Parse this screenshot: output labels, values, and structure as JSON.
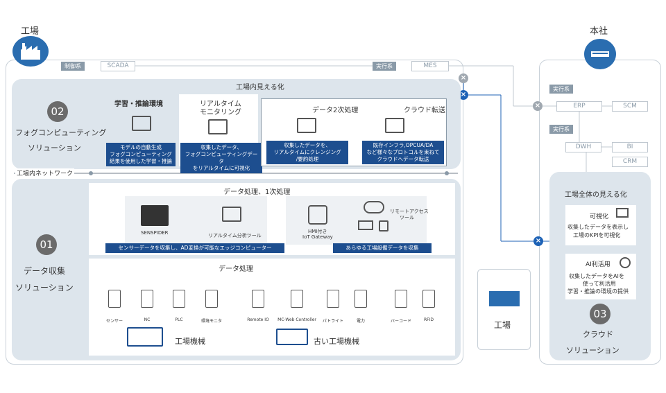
{
  "factory": {
    "title": "工場",
    "control_tag": "制御系",
    "scada": "SCADA",
    "exec_tag": "実行系",
    "mes": "MES"
  },
  "hq": {
    "title": "本社",
    "exec_tag1": "実行系",
    "erp": "ERP",
    "scm": "SCM",
    "exec_tag2": "実行系",
    "dwh": "DWH",
    "bi": "BI",
    "crm": "CRM"
  },
  "fog": {
    "num": "02",
    "title1": "フォグコンピューティング",
    "title2": "ソリューション",
    "header": "工場内見える化",
    "learn_title": "学習・推論環境",
    "learn_caption": [
      "モデルの自動生成",
      "フォグコンピューティング",
      "結果を使用した学習・推論"
    ],
    "rt_title1": "リアルタイム",
    "rt_title2": "モニタリング",
    "rt_caption": [
      "収集したデータ、",
      "フォグコンピューティングデータ",
      "をリアルタイムに可視化"
    ],
    "secondary_title": "データ2次処理",
    "secondary_caption": [
      "収集したデータを、",
      "リアルタイムにクレンジング",
      "/要約処理"
    ],
    "cloud_title": "クラウド転送",
    "cloud_caption": [
      "既存インフラ,OPCUA/DA",
      "など様々なプロトコルを束ねて",
      "クラウドへデータ転送"
    ]
  },
  "network": {
    "label": "工場内ネットワーク"
  },
  "data": {
    "num": "01",
    "title1": "データ収集",
    "title2": "ソリューション",
    "primary_header": "データ処理、1次処理",
    "senspider": "SENSPIDER",
    "rt_tool": "リアルタイム分析ツール",
    "hmi1": "HMI付き",
    "hmi2": "IoT Gateway",
    "remote1": "リモートアクセス",
    "remote2": "ツール",
    "edge_caption": "センサーデータを収集し、AD変換が可能なエッジコンピューター",
    "collect_caption": "あらゆる工場設備データを収集",
    "proc_header": "データ処理",
    "devices": [
      "センサー",
      "NC",
      "PLC",
      "環境モニタ",
      "Remote IO",
      "MC-Web Controller",
      "パトライト",
      "電力",
      "バーコード",
      "RFID"
    ],
    "machine": "工場機械",
    "old_machine": "古い工場機械"
  },
  "factory_box": {
    "label": "工場"
  },
  "cloud": {
    "header": "工場全体の見える化",
    "vis_title": "可視化",
    "vis_desc": [
      "収集したデータを表示し",
      "工場のKPIを可視化"
    ],
    "ai_title": "AI利活用",
    "ai_desc": [
      "収集したデータをAIを",
      "使って利活用",
      "学習・推論の環境の提供"
    ],
    "num": "03",
    "title1": "クラウド",
    "title2": "ソリューション"
  },
  "colors": {
    "navy": "#1d4e8f",
    "gray": "#8a9aa8",
    "panel": "#dde5ec",
    "accent": "#1d62b6"
  }
}
